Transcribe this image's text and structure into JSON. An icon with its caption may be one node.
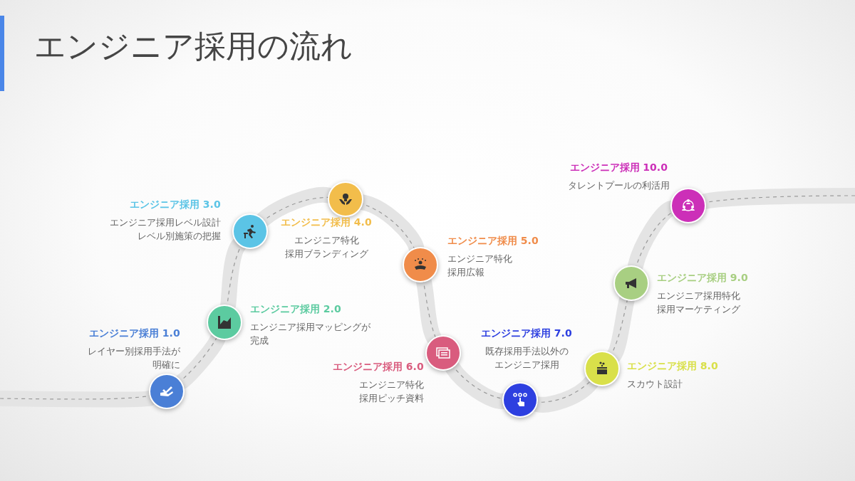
{
  "diagram": {
    "title": "エンジニア採用の流れ",
    "nodes": [
      {
        "text": [],
        "shape": "circle",
        "beside": [
          "エンジニア採用 1.0",
          "レイヤー別採用手法が明確に"
        ]
      },
      {
        "text": [],
        "shape": "circle",
        "beside": [
          "エンジニア採用 2.0",
          "エンジニア採用マッピングが完成"
        ]
      },
      {
        "text": [],
        "shape": "circle",
        "beside": [
          "エンジニア採用 3.0",
          "エンジニア採用レベル設計レベル別施策の把握"
        ]
      },
      {
        "text": [],
        "shape": "circle",
        "beside": [
          "エンジニア採用 4.0",
          "エンジニア特化採用ブランディング"
        ]
      },
      {
        "text": [],
        "shape": "circle",
        "beside": [
          "エンジニア採用 5.0",
          "エンジニア特化採用広報"
        ]
      },
      {
        "text": [],
        "shape": "circle",
        "beside": [
          "エンジニア採用 6.0",
          "エンジニア特化採用ピッチ資料"
        ]
      },
      {
        "text": [],
        "shape": "circle",
        "beside": [
          "エンジニア採用 7.0",
          "既存採用手法以外のエンジニア採用"
        ]
      },
      {
        "text": [],
        "shape": "circle",
        "beside": [
          "エンジニア採用 8.0",
          "スカウト設計"
        ]
      },
      {
        "text": [],
        "shape": "circle",
        "beside": [
          "エンジニア採用 9.0",
          "エンジニア採用特化採用マーケティング"
        ]
      },
      {
        "text": [],
        "shape": "circle",
        "beside": [
          "エンジニア採用 10.0",
          "タレントプールの利活用"
        ]
      }
    ],
    "edges": [
      {
        "from": null,
        "to": 0,
        "arrow": "none"
      },
      {
        "from": 0,
        "to": 1,
        "arrow": "none"
      },
      {
        "from": 1,
        "to": 2,
        "arrow": "none"
      },
      {
        "from": 2,
        "to": 3,
        "arrow": "none"
      },
      {
        "from": 3,
        "to": 4,
        "arrow": "none"
      },
      {
        "from": 4,
        "to": 5,
        "arrow": "none"
      },
      {
        "from": 5,
        "to": 6,
        "arrow": "none"
      },
      {
        "from": 6,
        "to": 7,
        "arrow": "none"
      },
      {
        "from": 7,
        "to": 8,
        "arrow": "none"
      },
      {
        "from": 8,
        "to": 9,
        "arrow": "none"
      },
      {
        "from": 9,
        "to": null,
        "arrow": "none"
      }
    ]
  }
}
